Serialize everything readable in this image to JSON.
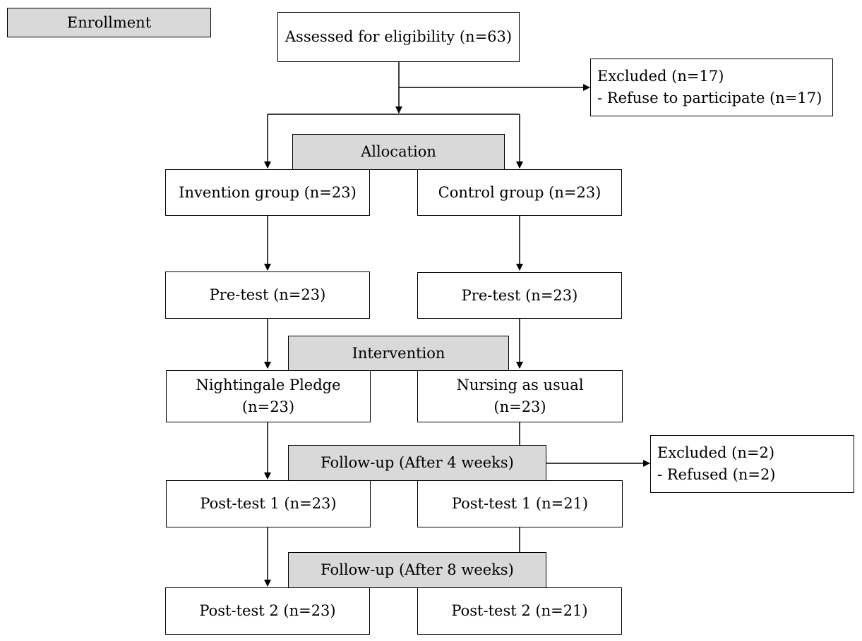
{
  "flowchart": {
    "stages": {
      "enrollment": "Enrollment",
      "allocation": "Allocation",
      "intervention": "Intervention",
      "followup_4": "Follow-up (After 4 weeks)",
      "followup_8": "Follow-up (After 8 weeks)"
    },
    "assessed": "Assessed for eligibility (n=63)",
    "excluded_1": {
      "title": "Excluded (n=17)",
      "reason": "- Refuse to participate (n=17)"
    },
    "excluded_2": {
      "title": "Excluded (n=2)",
      "reason": "- Refused (n=2)"
    },
    "intervention_arm": {
      "group": "Invention group (n=23)",
      "pretest": "Pre-test (n=23)",
      "treatment_line1": "Nightingale Pledge",
      "treatment_line2": "(n=23)",
      "posttest1": "Post-test 1 (n=23)",
      "posttest2": "Post-test 2 (n=23)"
    },
    "control_arm": {
      "group": "Control group (n=23)",
      "pretest": "Pre-test (n=23)",
      "treatment_line1": "Nursing as usual",
      "treatment_line2": "(n=23)",
      "posttest1": "Post-test 1 (n=21)",
      "posttest2": "Post-test 2 (n=21)"
    }
  }
}
